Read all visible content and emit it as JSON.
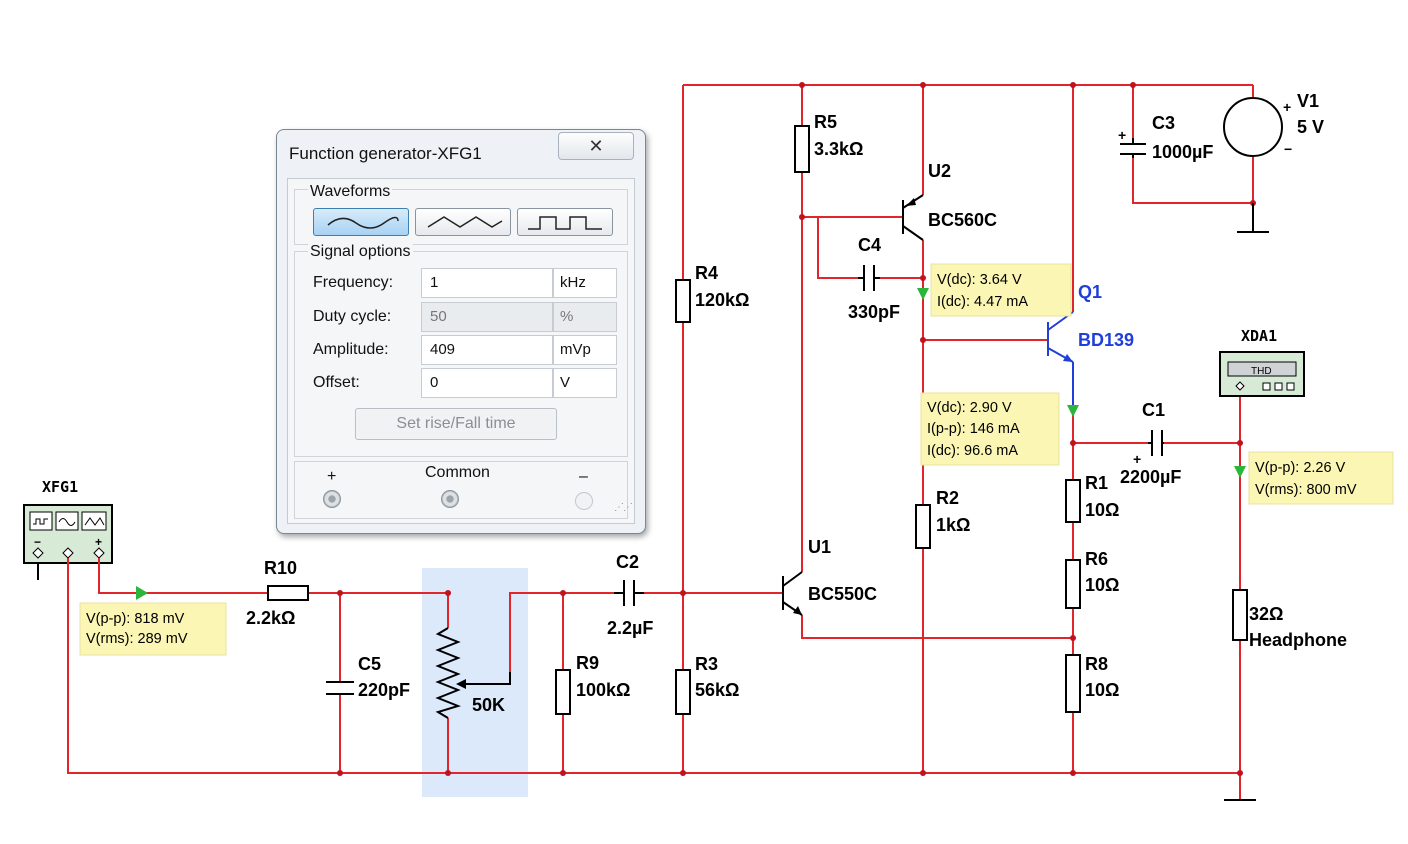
{
  "dialog": {
    "title": "Function generator-XFG1",
    "close_icon": "close-icon",
    "waveforms_label": "Waveforms",
    "signal_options_label": "Signal options",
    "options": [
      {
        "label": "Frequency:",
        "value": "1",
        "unit": "kHz",
        "enabled": true
      },
      {
        "label": "Duty cycle:",
        "value": "50",
        "unit": "%",
        "enabled": false
      },
      {
        "label": "Amplitude:",
        "value": "409",
        "unit": "mVp",
        "enabled": true
      },
      {
        "label": "Offset:",
        "value": "0",
        "unit": "V",
        "enabled": true
      }
    ],
    "rise_fall_label": "Set rise/Fall time",
    "term_plus": "+",
    "term_common": "Common",
    "term_minus": "–",
    "selected_waveform": "sine"
  },
  "components": {
    "xfg1": "XFG1",
    "xda1": "XDA1",
    "xda1_screen": "THD",
    "r10_name": "R10",
    "r10_value": "2.2kΩ",
    "c5_name": "C5",
    "c5_value": "220pF",
    "pot_value": "50K",
    "c2_name": "C2",
    "c2_value": "2.2µF",
    "r9_name": "R9",
    "r9_value": "100kΩ",
    "r4_name": "R4",
    "r4_value": "120kΩ",
    "r3_name": "R3",
    "r3_value": "56kΩ",
    "r5_name": "R5",
    "r5_value": "3.3kΩ",
    "u2_name": "U2",
    "u2_model": "BC560C",
    "c4_name": "C4",
    "c4_value": "330pF",
    "u1_name": "U1",
    "u1_model": "BC550C",
    "r2_name": "R2",
    "r2_value": "1kΩ",
    "q1_name": "Q1",
    "q1_model": "BD139",
    "c3_name": "C3",
    "c3_value": "1000µF",
    "v1_name": "V1",
    "v1_value": "5 V",
    "c1_name": "C1",
    "c1_value": "2200µF",
    "r1_name": "R1",
    "r1_value": "10Ω",
    "r6_name": "R6",
    "r6_value": "10Ω",
    "r8_name": "R8",
    "r8_value": "10Ω",
    "hp_value": "32Ω",
    "hp_name": "Headphone"
  },
  "probes": {
    "input": [
      "V(p-p): 818 mV",
      "V(rms): 289 mV"
    ],
    "u2": [
      "V(dc): 3.64 V",
      "I(dc): 4.47 mA"
    ],
    "q1": [
      "V(dc): 2.90 V",
      "I(p-p): 146 mA",
      "I(dc): 96.6 mA"
    ],
    "output": [
      "V(p-p): 2.26 V",
      "V(rms): 800 mV"
    ]
  },
  "colors": {
    "wire": "#e0262b",
    "q1_wire": "#1f3fd8",
    "probe_bg": "#fbf6b4",
    "selection_highlight": "#dbe9fb",
    "instrument_green": "#d7ead6"
  }
}
